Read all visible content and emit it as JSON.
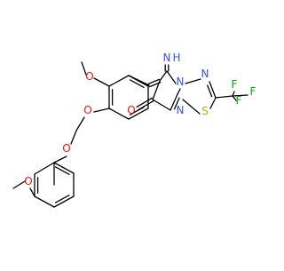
{
  "molecule": {
    "colors": {
      "bond": "#000000",
      "carbon": "#000000",
      "oxygen": "#ff0d0d",
      "nitrogen": "#3050f8",
      "sulfur": "#c8a800",
      "fluorine": "#00b000",
      "hydrogen": "#000000"
    },
    "labels": {
      "imine_n": "N",
      "imine_h": "H",
      "ring_n1": "N",
      "ring_n2": "N",
      "ring_n3": "N",
      "sulfur": "S",
      "carbonyl_o": "O",
      "methoxy_o1": "O",
      "ether_o1": "O",
      "ether_o2": "O",
      "methoxy_o2": "O",
      "fluorine_1": "F",
      "fluorine_2": "F",
      "fluorine_3": "F"
    }
  }
}
